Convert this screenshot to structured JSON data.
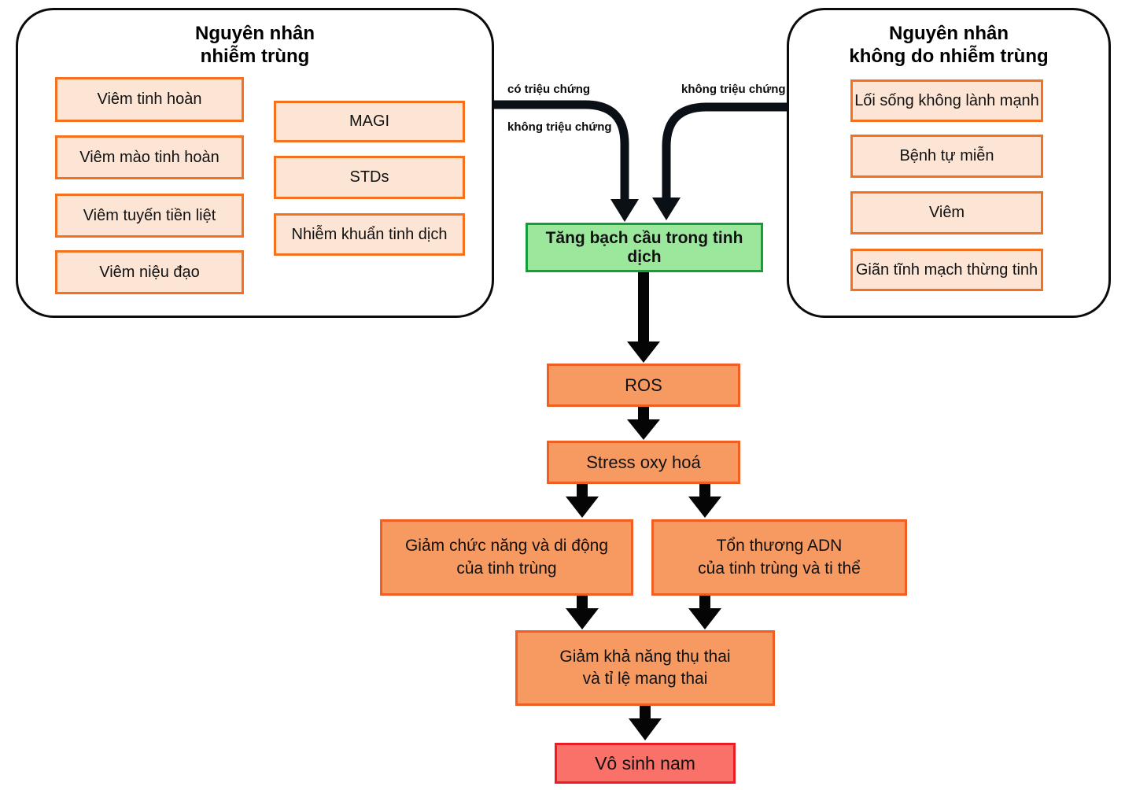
{
  "infectious_causes": {
    "title": "Nguyên nhân\nnhiễm trùng",
    "items_left": [
      "Viêm tinh hoàn",
      "Viêm mào tinh hoàn",
      "Viêm tuyến tiền liệt",
      "Viêm niệu đạo"
    ],
    "items_right": [
      "MAGI",
      "STDs",
      "Nhiễm khuẩn tinh dịch"
    ]
  },
  "non_infectious_causes": {
    "title": "Nguyên nhân\nkhông do nhiễm trùng",
    "items": [
      "Lối sống không lành mạnh",
      "Bệnh tự miễn",
      "Viêm",
      "Giãn tĩnh mạch thừng tinh"
    ]
  },
  "edge_labels": {
    "left_top": "có triệu chứng",
    "left_bottom": "không triệu chứng",
    "right_top": "không triệu chứng"
  },
  "flow": {
    "leukocytospermia": "Tăng bạch cầu trong tinh dịch",
    "ros": "ROS",
    "oxidative_stress": "Stress oxy hoá",
    "sperm_function_loss": "Giảm chức năng và di động\ncủa tinh trùng",
    "dna_damage": "Tổn thương ADN\ncủa tinh trùng và ti thể",
    "fertility_reduction": "Giảm khả năng thụ thai\nvà tỉ lệ mang thai",
    "male_infertility": "Vô sinh nam"
  },
  "colors": {
    "peach_fill": "#FCE5D5",
    "peach_border": "#F4721F",
    "flow_fill": "#F79A62",
    "flow_border": "#F15E22",
    "green_fill": "#9BE89D",
    "green_border": "#149E3C",
    "red_fill": "#F97168",
    "red_border": "#EB1C24",
    "arrow": "#0A1016",
    "container_border": "#0B0B0B"
  }
}
